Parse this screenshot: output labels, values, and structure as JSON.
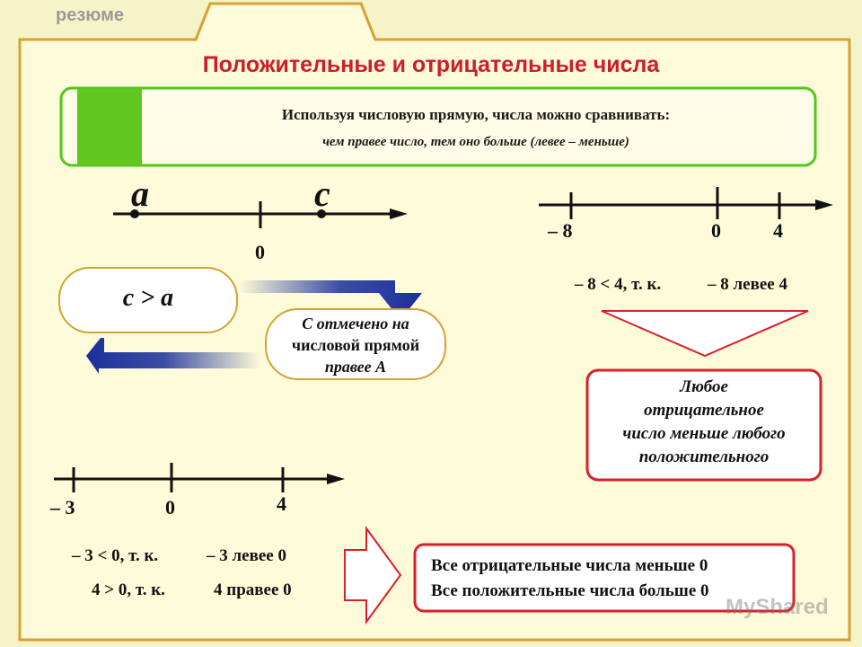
{
  "header": {
    "tab_label": "резюме",
    "title": "Положительные и отрицательные числа"
  },
  "intro": {
    "line1": "Используя числовую прямую, числа можно сравнивать:",
    "line2": "чем правее число, тем оно больше (левее – меньше)"
  },
  "example_ac": {
    "point_a": "a",
    "point_c": "c",
    "zero": "0",
    "result": "c > a",
    "reason": [
      "C отмечено на",
      "числовой прямой",
      "правее A"
    ]
  },
  "example_8_4": {
    "ticks": [
      "– 8",
      "0",
      "4"
    ],
    "comparison": "– 8 < 4, т. к.",
    "explanation": "– 8 левее 4",
    "rule": [
      "Любое",
      "отрицательное",
      "число меньше любого",
      "положительного"
    ]
  },
  "example_3_0_4": {
    "ticks": [
      "– 3",
      "0",
      "4"
    ],
    "comparison1": "– 3 < 0, т. к.",
    "explanation1": "– 3 левее 0",
    "comparison2": "4 > 0, т. к.",
    "explanation2": "4 правее 0",
    "rule1": "Все отрицательные числа меньше 0",
    "rule2": "Все положительные числа больше 0"
  },
  "watermark": "MyShared",
  "colors": {
    "title": "#cc1e2b",
    "intro_border": "#52c81e",
    "arrow_blue": "#1b2f9c",
    "box_red": "#d8202a",
    "card_border": "#d6a133"
  }
}
